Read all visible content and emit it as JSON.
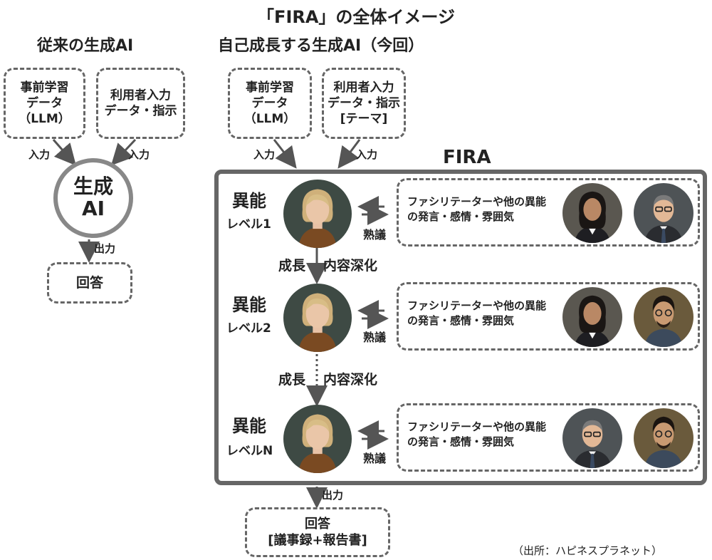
{
  "title": "「FIRA」の全体イメージ",
  "conventional": {
    "heading": "従来の生成AI",
    "input_box_1": [
      "事前学習",
      "データ",
      "（LLM）"
    ],
    "input_box_2": [
      "利用者入力",
      "データ・指示"
    ],
    "input_label": "入力",
    "generator": [
      "生成",
      "AI"
    ],
    "output_label": "出力",
    "answer": "回答"
  },
  "self_growing": {
    "heading": "自己成長する生成AI（今回）",
    "input_box_1": [
      "事前学習",
      "データ",
      "（LLM）"
    ],
    "input_box_2": [
      "利用者入力",
      "データ・指示",
      "[テーマ]"
    ],
    "input_label": "入力",
    "fira_label": "FIRA",
    "levels": [
      {
        "title": "異能",
        "level": "レベル1",
        "debate": "熟議",
        "facilitator": [
          "ファシリテーターや他の異能",
          "の発言・感情・雰囲気"
        ]
      },
      {
        "title": "異能",
        "level": "レベル2",
        "debate": "熟議",
        "facilitator": [
          "ファシリテーターや他の異能",
          "の発言・感情・雰囲気"
        ]
      },
      {
        "title": "異能",
        "level": "レベルN",
        "debate": "熟議",
        "facilitator": [
          "ファシリテーターや他の異能",
          "の発言・感情・雰囲気"
        ]
      }
    ],
    "growth": {
      "left": "成長",
      "right": "内容深化"
    },
    "output_label": "出力",
    "answer": [
      "回答",
      "[議事録+報告書]"
    ]
  },
  "source": "（出所：ハピネスプラネット）"
}
